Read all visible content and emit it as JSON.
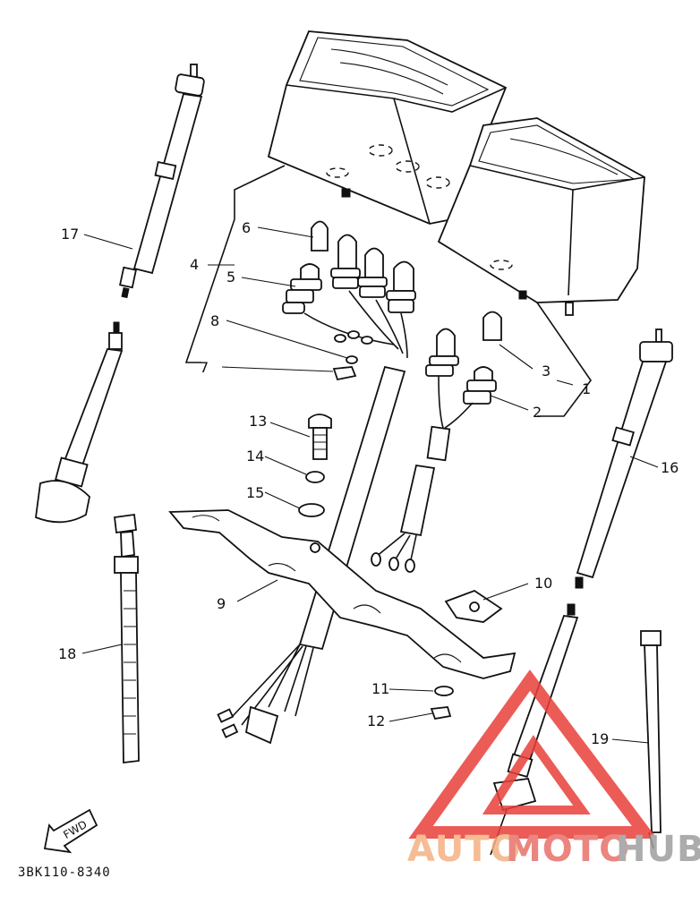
{
  "callouts": [
    {
      "id": "1",
      "label": "1"
    },
    {
      "id": "2",
      "label": "2"
    },
    {
      "id": "3",
      "label": "3"
    },
    {
      "id": "4",
      "label": "4"
    },
    {
      "id": "5",
      "label": "5"
    },
    {
      "id": "6",
      "label": "6"
    },
    {
      "id": "7",
      "label": "7"
    },
    {
      "id": "8",
      "label": "8"
    },
    {
      "id": "9",
      "label": "9"
    },
    {
      "id": "10",
      "label": "10"
    },
    {
      "id": "11",
      "label": "11"
    },
    {
      "id": "12",
      "label": "12"
    },
    {
      "id": "13",
      "label": "13"
    },
    {
      "id": "14",
      "label": "14"
    },
    {
      "id": "15",
      "label": "15"
    },
    {
      "id": "16",
      "label": "16"
    },
    {
      "id": "17",
      "label": "17"
    },
    {
      "id": "18",
      "label": "18"
    },
    {
      "id": "19",
      "label": "19"
    }
  ],
  "fwd_label": "FWD",
  "diagram_code": "3BK110-8340",
  "watermark": {
    "part1": "AUTO",
    "part2": "MOTO",
    "part3": "HUB",
    "colors": {
      "auto": "#f4b183",
      "moto": "#e8706a",
      "hub": "#9e9e9e",
      "triangle": "#e8403a"
    }
  }
}
